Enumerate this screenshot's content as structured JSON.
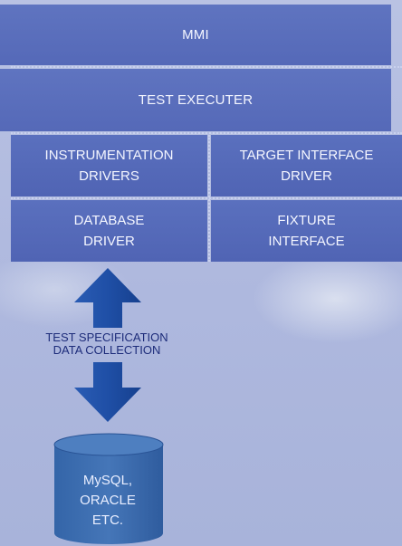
{
  "layers": {
    "mmi": "MMI",
    "test_executer": "TEST EXECUTER",
    "instrumentation_drivers": "INSTRUMENTATION\nDRIVERS",
    "target_interface_driver": "TARGET INTERFACE\nDRIVER",
    "database_driver": "DATABASE\nDRIVER",
    "fixture_interface": "FIXTURE\nINTERFACE"
  },
  "connector_label": "TEST SPECIFICATION\nDATA COLLECTION",
  "database_label": "MySQL,\nORACLE\nETC.",
  "colors": {
    "layer_fill": "#5a70be",
    "arrow_fill": "#1f4fa6",
    "cylinder_fill": "#3f6fae",
    "label_text": "#1d2c7a"
  }
}
